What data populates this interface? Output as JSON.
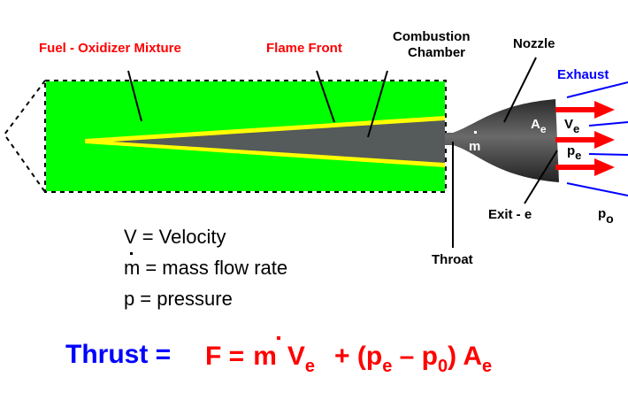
{
  "colors": {
    "mixture": "#00ff00",
    "flame": "#ffff00",
    "chamber": "#555a5a",
    "arrows": "#ff0000",
    "exhaust": "#0000ff"
  },
  "labels": {
    "mixture": "Fuel - Oxidizer Mixture",
    "flame_front": "Flame Front",
    "combustion_1": "Combustion",
    "combustion_2": "Chamber",
    "nozzle": "Nozzle",
    "exhaust": "Exhaust",
    "area": "A",
    "area_sub": "e",
    "mdot": "m",
    "velocity": "V",
    "velocity_sub": "e",
    "pressure": "p",
    "pressure_sub": "e",
    "exit": "Exit - e",
    "ambient": "p",
    "ambient_sub": "o",
    "throat": "Throat"
  },
  "legend": [
    {
      "symbol": "V",
      "text": "=  Velocity"
    },
    {
      "symbol": "m",
      "text": "=  mass flow rate"
    },
    {
      "symbol": "p",
      "text": "=  pressure"
    }
  ],
  "equation": {
    "lhs": "Thrust =",
    "F": "F  =",
    "m": "m",
    "V": "V",
    "V_sub": "e",
    "plus": "+  (p",
    "pe_sub": "e",
    "minus": " – p",
    "p0_sub": "0",
    "close": ")  A",
    "A_sub": "e"
  }
}
